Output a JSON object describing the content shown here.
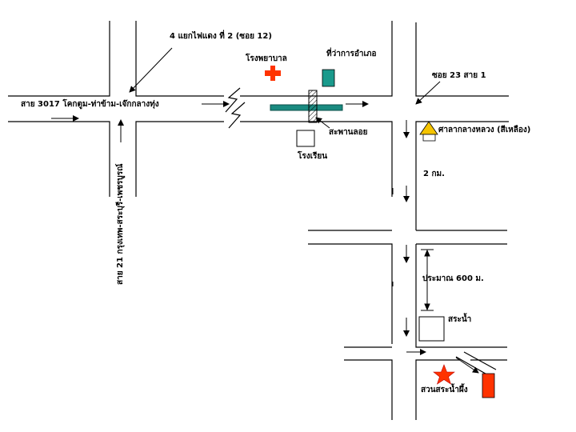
{
  "labels": {
    "junction_4": "4 แยกไฟแดง ที่ 2 (ซอย 12)",
    "hospital": "โรงพยาบาล",
    "district_office": "ที่ว่าการอำเภอ",
    "soi_23": "ซอย 23 สาย 1",
    "route_3017": "สาย 3017 โคกตูม-ท่าข้าม-เจ๊กกลางทุ่ง",
    "bridge": "สะพานลอย",
    "school": "โรงเรียน",
    "shrine": "ศาลากลางหลวง (สีเหลือง)",
    "distance_2km": "2 กม.",
    "route_21": "สาย 21 กรุงเทพ-สระบุรี-เพชรบูรณ์",
    "distance_600m": "ประมาณ 600 ม.",
    "pool": "สระน้ำ",
    "destination": "สวนสระน้ำผึ้ง"
  },
  "colors": {
    "hospital_cross": "#ff3300",
    "district_office": "#1a9a8c",
    "teal_road": "#1a8a80",
    "shrine_triangle": "#f5c400",
    "star": "#ff3300",
    "destination_building": "#ff3300"
  },
  "icons": {
    "hospital": "red-cross-icon",
    "district_office": "teal-building-icon",
    "shrine": "yellow-shrine-icon",
    "school": "school-box-icon",
    "pool": "pool-box-icon",
    "destination": "red-star-icon"
  }
}
